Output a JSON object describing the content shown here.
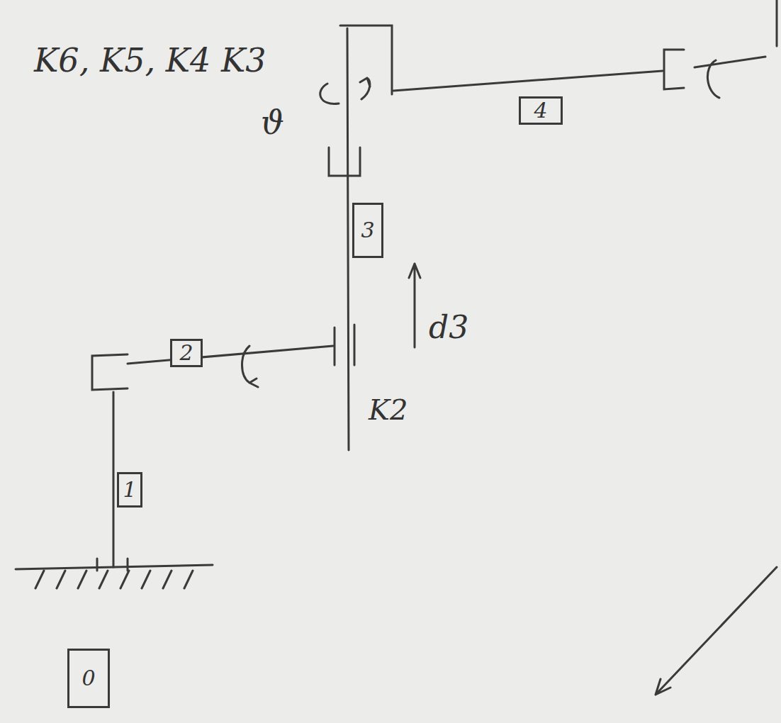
{
  "diagram": {
    "nodes": [
      {
        "text": [
          "4"
        ]
      },
      {
        "text": [
          "3"
        ]
      },
      {
        "text": [
          "2"
        ]
      },
      {
        "text": [
          "1"
        ]
      },
      {
        "text": [
          "0"
        ]
      }
    ],
    "labels": [
      "K6, K5, K4 K3",
      "ϑ",
      "d3",
      "K2"
    ]
  }
}
